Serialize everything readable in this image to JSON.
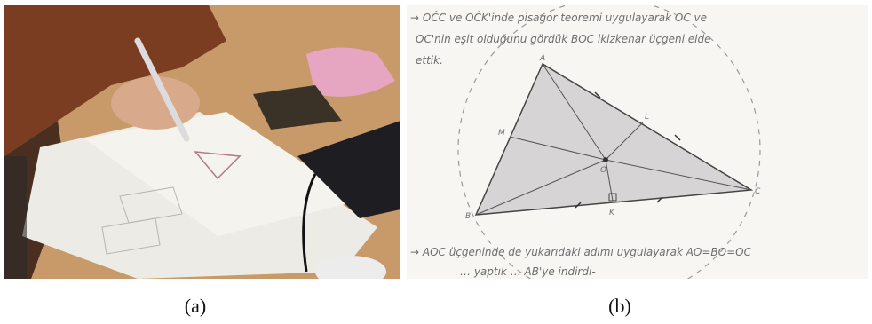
{
  "captions": {
    "a": "(a)",
    "b": "(b)"
  },
  "handwriting": {
    "line1": "→ OĈC ve OĈK'inde pisagor teoremi uygulayarak OC ve",
    "line2": "OC'nin eşit olduğunu gördük BOC ikizkenar üçgeni elde",
    "line3": "ettik.",
    "line4": "→ AOC üçgeninde de yukarıdaki adımı uygulayarak AO=BO=OC",
    "line5": "… yaptık … AB'ye indirdi-"
  },
  "triangle_labels": {
    "A": "A",
    "B": "B",
    "C": "C",
    "M": "M",
    "L": "L",
    "K": "K",
    "O": "O"
  }
}
